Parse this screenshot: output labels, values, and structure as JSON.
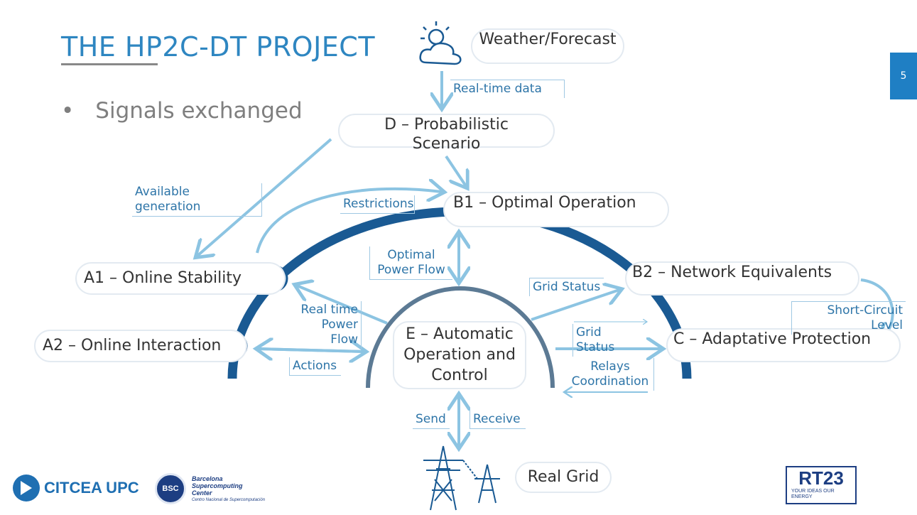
{
  "slide": {
    "title": "THE HP2C-DT PROJECT",
    "bullet": "Signals exchanged",
    "page_number": "5"
  },
  "nodes": {
    "weather": "Weather/Forecast",
    "d": "D – Probabilistic Scenario",
    "b1": "B1 – Optimal Operation",
    "b2": "B2 – Network Equivalents",
    "c": "C – Adaptative Protection",
    "a1": "A1 – Online Stability",
    "a2": "A2 – Online Interaction",
    "e": "E – Automatic Operation and Control",
    "real_grid": "Real Grid"
  },
  "signals": {
    "realtime_data": "Real-time data",
    "available_generation": "Available generation",
    "restrictions": "Restrictions",
    "opf": "Optimal Power Flow",
    "grid_status_1": "Grid Status",
    "grid_status_2": "Grid Status",
    "short_circuit": "Short-Circuit Level",
    "realtime_pf": "Real time Power Flow",
    "actions": "Actions",
    "relays": "Relays Coordination",
    "send": "Send",
    "receive": "Receive"
  },
  "logos": {
    "citcea": "CITCEA UPC",
    "bsc_badge": "BSC",
    "bsc_name": "Barcelona Supercomputing Center",
    "bsc_sub": "Centro Nacional de Supercomputación",
    "rt23": "RT23",
    "rt23_tagline": "YOUR IDEAS OUR ENERGY"
  },
  "colors": {
    "accent": "#2e86c1",
    "arc": "#1a5a93",
    "arrow": "#8cc4e2",
    "joint": "#bfe1f7"
  }
}
